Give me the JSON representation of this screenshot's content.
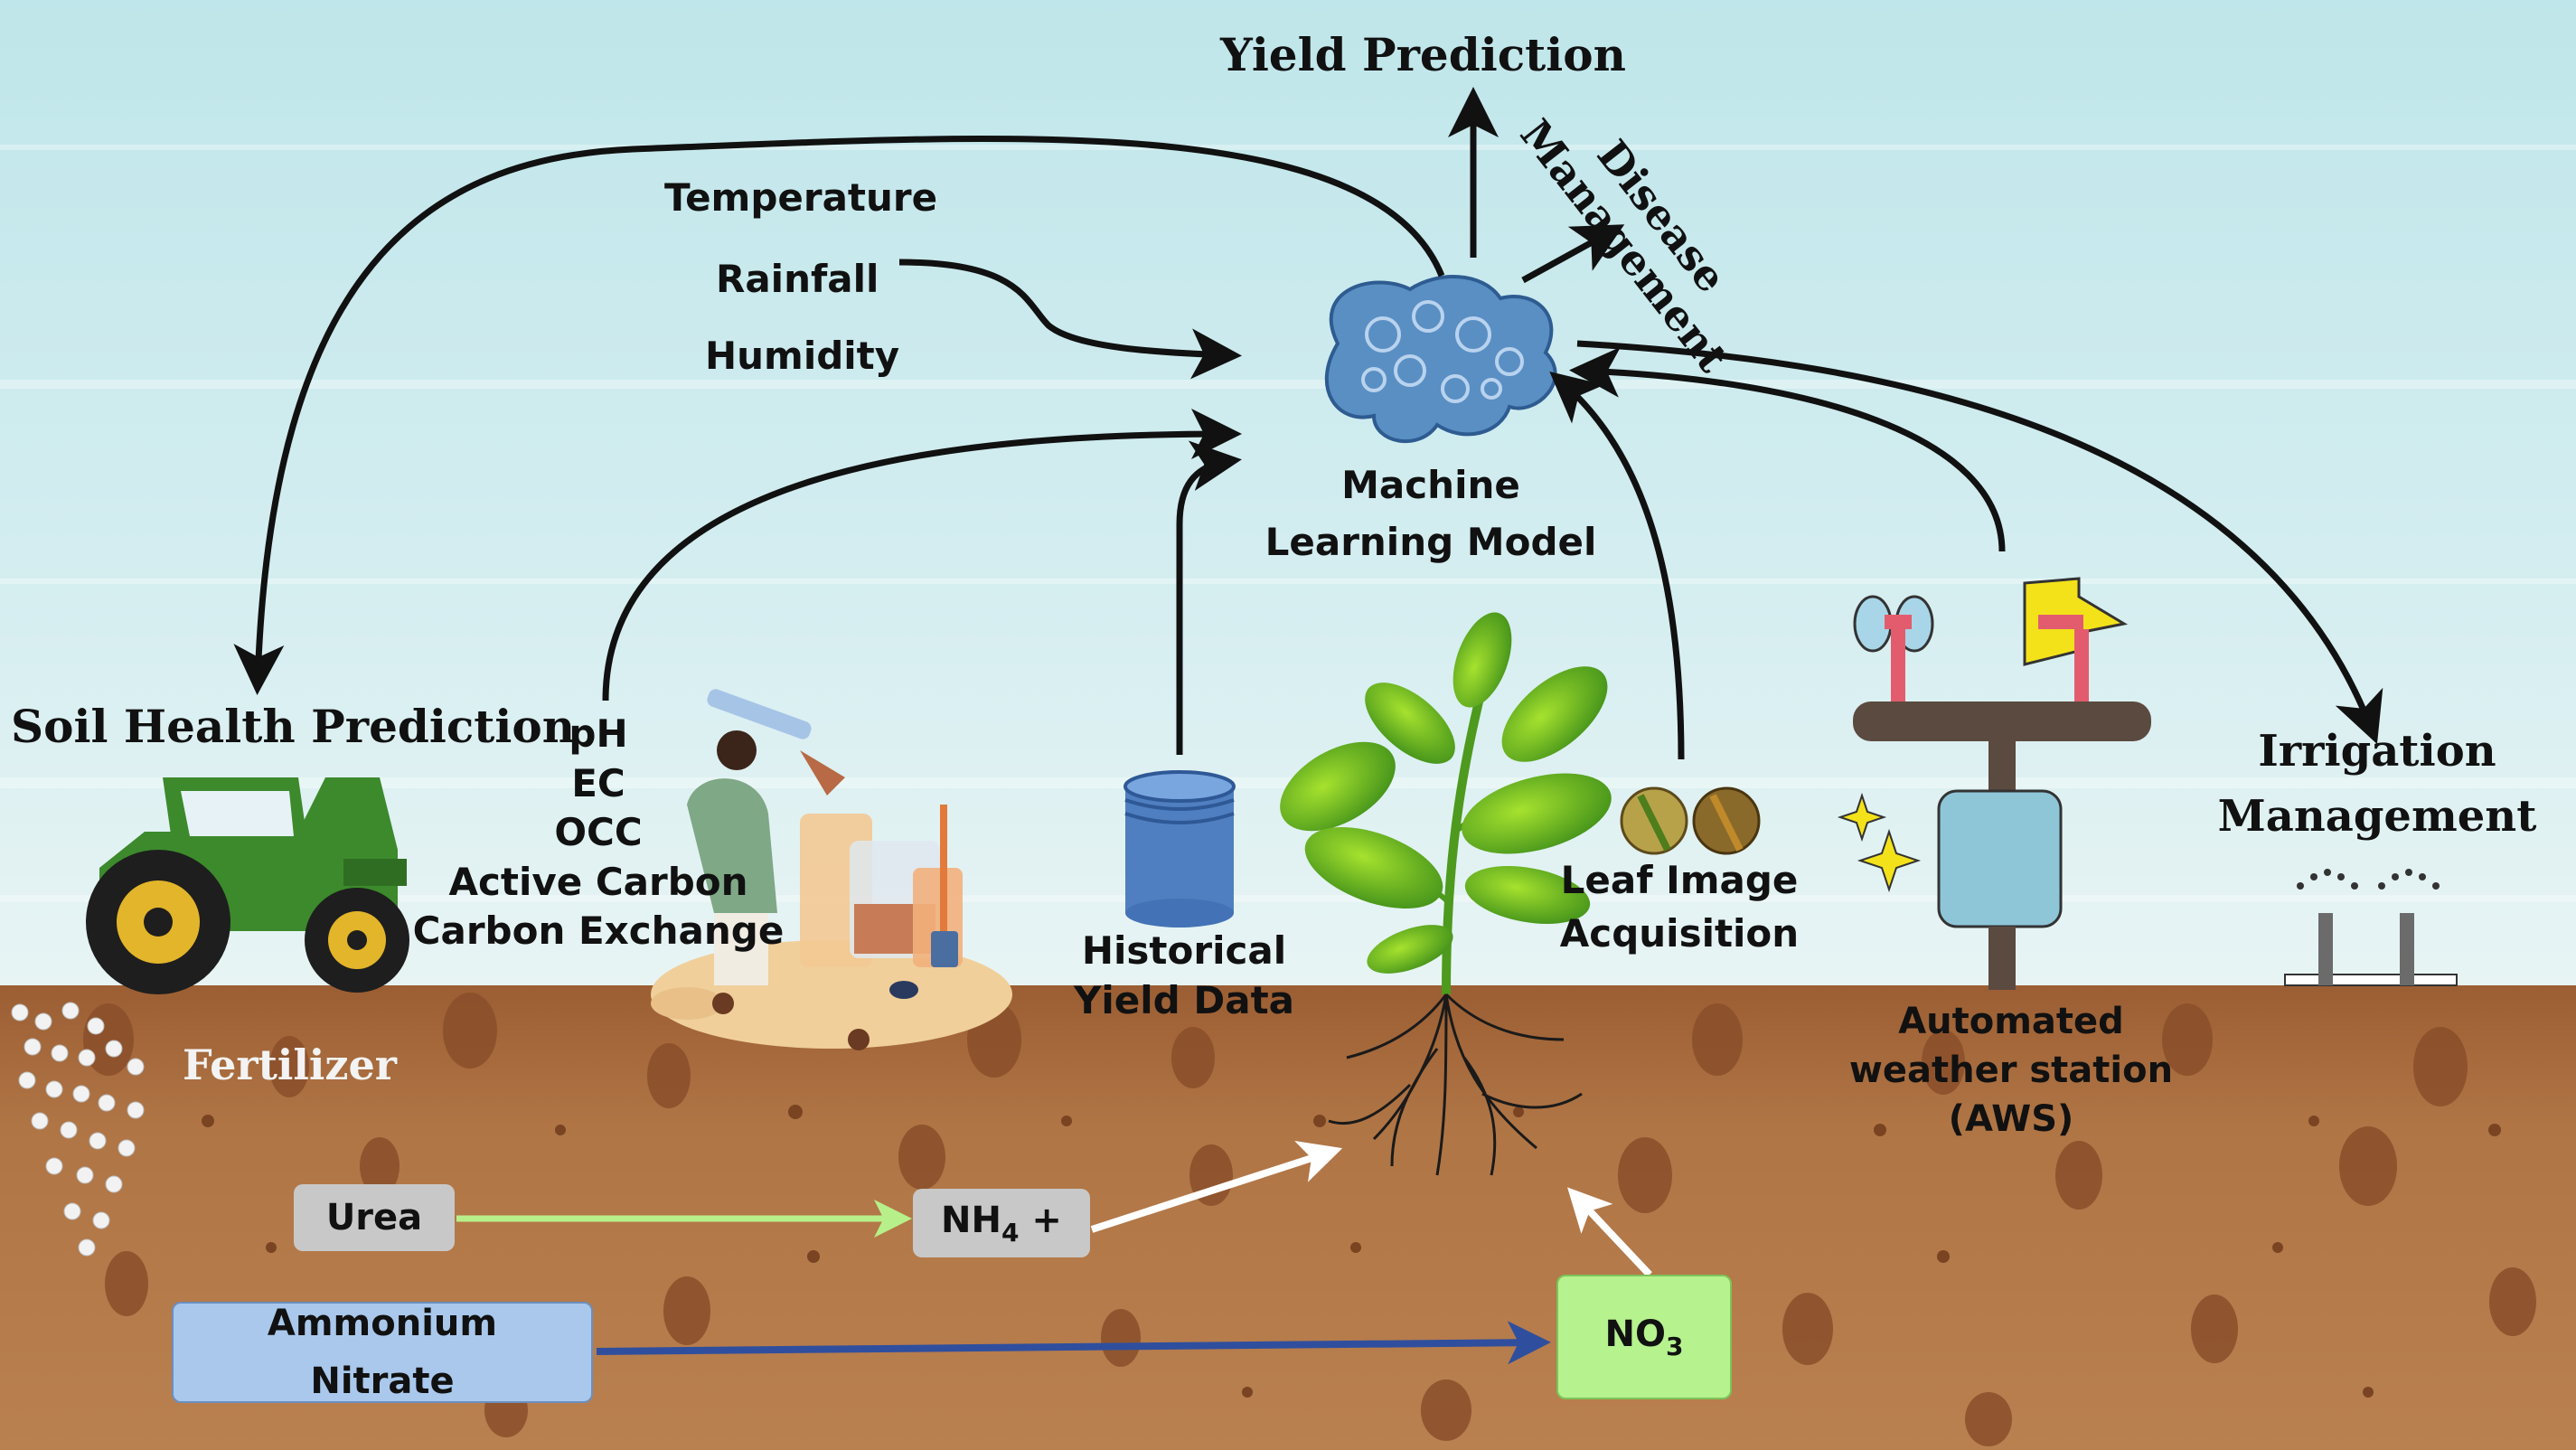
{
  "labels": {
    "yield_prediction": "Yield Prediction",
    "disease_management": "Disease\nManagement",
    "disease_line1": "Disease",
    "disease_line2": "Management",
    "temperature": "Temperature",
    "rainfall": "Rainfall",
    "humidity": "Humidity",
    "ml_model_line1": "Machine",
    "ml_model_line2": "Learning Model",
    "soil_health": "Soil Health Prediction",
    "soil_params": [
      "pH",
      "EC",
      "OCC",
      "Active Carbon",
      "Carbon Exchange"
    ],
    "historical_line1": "Historical",
    "historical_line2": "Yield Data",
    "leaf_line1": "Leaf Image",
    "leaf_line2": "Acquisition",
    "irrigation_line1": "Irrigation",
    "irrigation_line2": "Management",
    "aws_line1": "Automated",
    "aws_line2": "weather station",
    "aws_line3": "(AWS)",
    "fertilizer": "Fertilizer",
    "urea": "Urea",
    "nh4_main": "NH",
    "nh4_sub": "4",
    "nh4_suffix": " +",
    "ammonium_line1": "Ammonium",
    "ammonium_line2": "Nitrate",
    "no3_main": "NO",
    "no3_sub": "3"
  },
  "colors": {
    "sky_top": "#bfe6ea",
    "sky_bottom": "#e4f3f4",
    "soil": "#a8693a",
    "soil_dark": "#7a4422",
    "tractor": "#3c8a2c",
    "wheel": "#e3b52a",
    "urea_box": "#c8c8c8",
    "nh4_box": "#c8c8c8",
    "ammonium_box": "#a9c8ec",
    "no3_box": "#b6f28e",
    "urea_arrow": "#b7f08a",
    "ammonium_arrow": "#2f4f9e",
    "brain": "#5a8fc4",
    "cylinder": "#4f7fc0"
  }
}
